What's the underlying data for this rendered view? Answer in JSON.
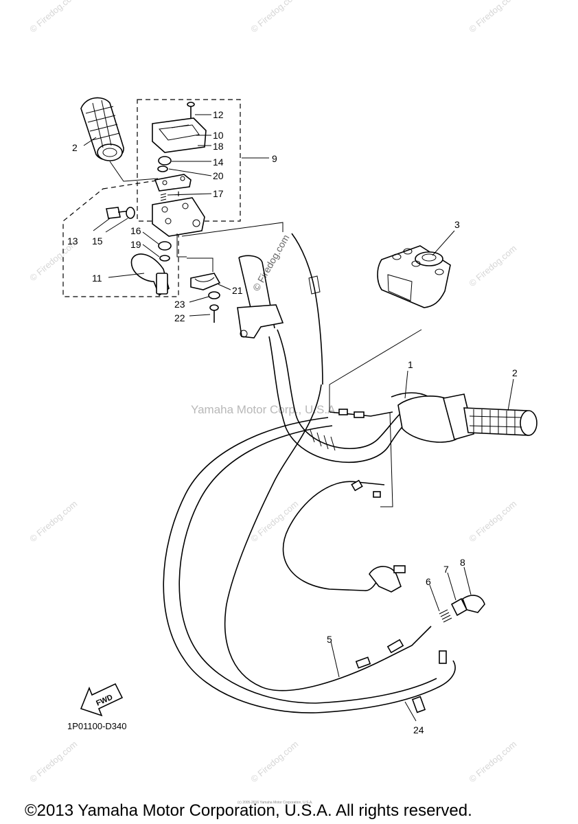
{
  "watermarks": {
    "text": "© Firedog.com",
    "brand": "Yamaha Motor Corp., U.S.A."
  },
  "parts": [
    {
      "num": "1"
    },
    {
      "num": "2"
    },
    {
      "num": "2"
    },
    {
      "num": "3"
    },
    {
      "num": "5"
    },
    {
      "num": "6"
    },
    {
      "num": "7"
    },
    {
      "num": "8"
    },
    {
      "num": "9"
    },
    {
      "num": "10"
    },
    {
      "num": "11"
    },
    {
      "num": "12"
    },
    {
      "num": "13"
    },
    {
      "num": "14"
    },
    {
      "num": "15"
    },
    {
      "num": "16"
    },
    {
      "num": "17"
    },
    {
      "num": "18"
    },
    {
      "num": "19"
    },
    {
      "num": "20"
    },
    {
      "num": "21"
    },
    {
      "num": "22"
    },
    {
      "num": "23"
    },
    {
      "num": "24"
    }
  ],
  "fwd_label": "FWD",
  "diagram_code": "1P01100-D340",
  "small_print": "(c) 2005-2016 Yamaha Motor Corporation, U.S.A.",
  "copyright": "©2013 Yamaha Motor Corporation, U.S.A. All rights reserved."
}
